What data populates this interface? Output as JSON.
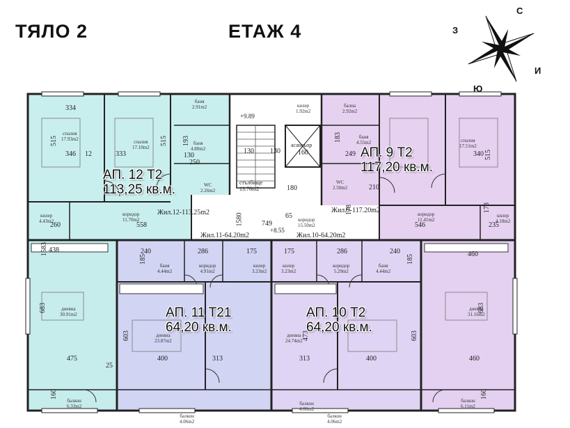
{
  "header": {
    "building": "ТЯЛО 2",
    "floor": "ЕТАЖ 4"
  },
  "compass": {
    "north": "С",
    "west": "З",
    "east": "И",
    "south": "Ю"
  },
  "colors": {
    "apt12": "#c9eeee",
    "apt9": "#e6d1f0",
    "apt11": "#d2d4f3",
    "apt10": "#dfd4f3",
    "right_bottom": "#e4d0f0",
    "left_bottom": "#c6ecec",
    "common": "#ffffff",
    "wall": "#222222"
  },
  "apartments": {
    "apt12": {
      "line1": "АП. 12 Т2",
      "line2": "113,25 кв.м."
    },
    "apt9": {
      "line1": "АП. 9 Т2",
      "line2": "117,20 кв.м."
    },
    "apt11": {
      "line1": "АП. 11 Т21",
      "line2": "64,20 кв.м."
    },
    "apt10": {
      "line1": "АП. 10 Т2",
      "line2": "64,20 кв.м."
    }
  },
  "stair_labels": {
    "z12": "Жил.12-113.25m2",
    "z9": "Жил.9-117.20m2",
    "z11": "Жил.11-64.20m2",
    "z10": "Жил.10-64.20m2",
    "lift": "асансьор",
    "stair": "стълбище",
    "stair_area": "13.76m2",
    "lvl_top": "+9.89",
    "lvl_mid": "+8.55",
    "dim_749": "749",
    "dim_1580": "1580",
    "dim_160": "160",
    "dim_130a": "130",
    "dim_130b": "130"
  },
  "room_labels": [
    {
      "id": "r1",
      "name": "спалня",
      "area": "17.93m2"
    },
    {
      "id": "r2",
      "name": "спалня",
      "area": "17.10m2"
    },
    {
      "id": "r3",
      "name": "баня",
      "area": "2.91m2"
    },
    {
      "id": "r4",
      "name": "баня",
      "area": "4.80m2"
    },
    {
      "id": "r5",
      "name": "WC",
      "area": "2.26m2"
    },
    {
      "id": "r6",
      "name": "коридор",
      "area": "11.70m2"
    },
    {
      "id": "r7",
      "name": "килер",
      "area": "4.43m2"
    },
    {
      "id": "r8",
      "name": "дневна",
      "area": "30.91m2"
    },
    {
      "id": "r9",
      "name": "балкон",
      "area": "6.33m2"
    },
    {
      "id": "r10",
      "name": "килер",
      "area": "1.92m2"
    },
    {
      "id": "r11",
      "name": "баня",
      "area": "4.55m2"
    },
    {
      "id": "r12",
      "name": "спалня",
      "area": "17.51m2"
    },
    {
      "id": "r13",
      "name": "WC",
      "area": "2.50m2"
    },
    {
      "id": "r14",
      "name": "коридор",
      "area": "11.41m2"
    },
    {
      "id": "r15",
      "name": "килер",
      "area": "4.18m2"
    },
    {
      "id": "r16",
      "name": "дневна",
      "area": "31.16m2"
    },
    {
      "id": "r17",
      "name": "балкон",
      "area": "6.11m2"
    },
    {
      "id": "r18",
      "name": "коридор",
      "area": "4.91m2"
    },
    {
      "id": "r19",
      "name": "баня",
      "area": "4.44m2"
    },
    {
      "id": "r20",
      "name": "килер",
      "area": "3.23m2"
    },
    {
      "id": "r21",
      "name": "дневна",
      "area": "23.87m2"
    },
    {
      "id": "r22",
      "name": "балкон",
      "area": "4.06m2"
    },
    {
      "id": "r23",
      "name": "коридор",
      "area": "5.29m2"
    },
    {
      "id": "r24",
      "name": "баня",
      "area": "4.44m2"
    },
    {
      "id": "r25",
      "name": "килер",
      "area": "3.23m2"
    },
    {
      "id": "r26",
      "name": "дневна",
      "area": "24.74m2"
    },
    {
      "id": "r27",
      "name": "балкон",
      "area": "4.06m2"
    },
    {
      "id": "r28",
      "name": "коридор",
      "area": "15.50m2"
    },
    {
      "id": "r29",
      "name": "балкон",
      "area": "4.06m2"
    },
    {
      "id": "r30",
      "name": "бална",
      "area": "2.92m2"
    }
  ],
  "dimensions": [
    "334",
    "346",
    "515",
    "333",
    "515",
    "250",
    "193",
    "130",
    "260",
    "558",
    "438",
    "1583",
    "683",
    "475",
    "160",
    "240",
    "286",
    "175",
    "185",
    "603",
    "400",
    "313",
    "175",
    "286",
    "240",
    "185",
    "473",
    "603",
    "313",
    "400",
    "340",
    "515",
    "249",
    "183",
    "178",
    "546",
    "235",
    "178",
    "460",
    "683",
    "460",
    "160",
    "12",
    "25",
    "65",
    "210",
    "180"
  ]
}
